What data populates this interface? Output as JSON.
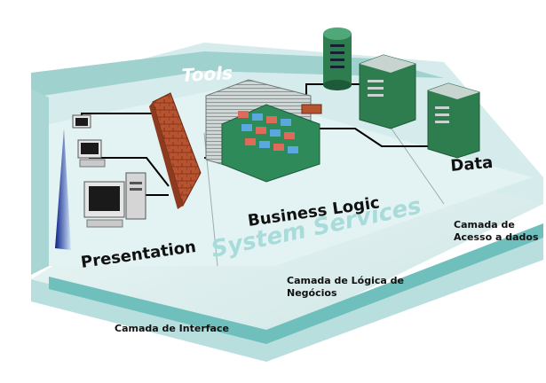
{
  "diagram": {
    "platform_labels": {
      "tools": "Tools",
      "system_services": "System Services",
      "presentation": "Presentation",
      "business_logic": "Business Logic",
      "data": "Data"
    },
    "annotations": {
      "data_layer_line1": "Camada de",
      "data_layer_line2": "Acesso a dados",
      "logic_layer_line1": "Camada de Lógica de",
      "logic_layer_line2": "Negócios",
      "interface_layer": "Camada de Interface"
    },
    "colors": {
      "platform_top": "#d8ecec",
      "platform_teal": "#8ec9c6",
      "tools_band": "#a7d7d4",
      "services_band": "#6fbfbd",
      "wall_brick": "#b8532f",
      "server_green": "#2e7d4f",
      "connector_black": "#000000"
    }
  }
}
